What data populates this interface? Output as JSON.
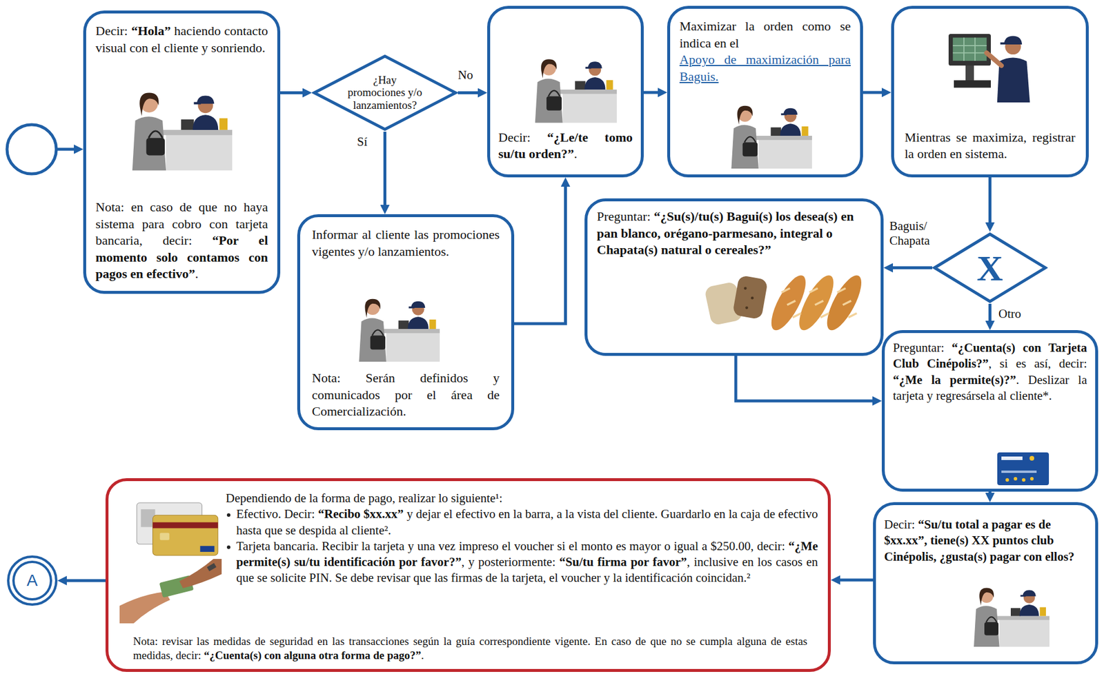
{
  "diagram": {
    "nodes": [
      {
        "text": [
          "Decir: “Hola” haciendo contacto visual con el cliente y sonriendo.",
          "Nota: en caso de que no haya sistema para cobro con tarjeta bancaria, decir: “Por el momento solo contamos con pagos en efectivo”."
        ]
      },
      {
        "text": [
          "¿Hay promociones y/o lanzamientos?"
        ]
      },
      {
        "text": [
          "Decir: “¿Le/te tomo su/tu orden?”."
        ]
      },
      {
        "text": [
          "Maximizar la orden como se indica en el",
          "Apoyo de maximización para Baguis."
        ]
      },
      {
        "text": [
          "Mientras se maximiza, registrar la orden en sistema."
        ]
      },
      {
        "text": [
          "Informar al cliente las promociones vigentes y/o lanzamientos.",
          "Nota: Serán definidos y comunicados por el área de Comercialización."
        ]
      },
      {
        "text": [
          "Preguntar: “¿Su(s)/tu(s) Bagui(s) los desea(s) en pan blanco, orégano-parmesano, integral o Chapata(s) natural o cereales?”"
        ]
      },
      {
        "text": [
          "X"
        ]
      },
      {
        "text": [
          "Preguntar: “¿Cuenta(s) con Tarjeta Club Cinépolis?”, si es así, decir: “¿Me la permite(s)?”. Deslizar la tarjeta y regresársela al cliente*."
        ]
      },
      {
        "text": [
          "Dependiendo de la forma de pago, realizar lo siguiente¹:",
          "Efectivo. Decir: “Recibo $xx.xx” y dejar el efectivo en la barra, a la vista del cliente. Guardarlo en la caja de efectivo hasta que se despida al cliente².",
          "Tarjeta bancaria. Recibir la tarjeta y una vez impreso el voucher si el monto es mayor o igual a $250.00, decir: “¿Me permite(s) su/tu identificación por favor?”, y posteriormente: “Su/tu firma por favor”, inclusive en los casos en que se solicite PIN. Se debe revisar que las firmas de la tarjeta, el voucher y la identificación coincidan.²",
          "Nota: revisar las medidas de seguridad en las transacciones según la guía correspondiente vigente. En caso de que no se cumpla alguna de estas medidas, decir: “¿Cuenta(s) con alguna otra forma de pago?”."
        ]
      },
      {
        "text": [
          "Decir: “Su/tu total a pagar es de $xx.xx”, tiene(s) XX puntos club Cinépolis, ¿gusta(s) pagar con ellos?"
        ]
      },
      {
        "text": [
          "A"
        ]
      }
    ],
    "edges": [
      {
        "from": 0,
        "to": 1,
        "arrow": "to"
      },
      {
        "from": 1,
        "to": 2,
        "label": "No",
        "arrow": "to"
      },
      {
        "from": 1,
        "to": 5,
        "label": "Sí",
        "arrow": "to"
      },
      {
        "from": 5,
        "to": 2,
        "arrow": "to"
      },
      {
        "from": 2,
        "to": 3,
        "arrow": "to"
      },
      {
        "from": 3,
        "to": 4,
        "arrow": "to"
      },
      {
        "from": 4,
        "to": 7,
        "arrow": "to"
      },
      {
        "from": 7,
        "to": 6,
        "label": "Baguis/ Chapata",
        "arrow": "to"
      },
      {
        "from": 7,
        "to": 8,
        "label": "Otro",
        "arrow": "to"
      },
      {
        "from": 6,
        "to": 8,
        "arrow": "to"
      },
      {
        "from": 8,
        "to": 10,
        "arrow": "to"
      },
      {
        "from": 10,
        "to": 9,
        "arrow": "to"
      },
      {
        "from": 9,
        "to": 11,
        "arrow": "to"
      }
    ]
  }
}
